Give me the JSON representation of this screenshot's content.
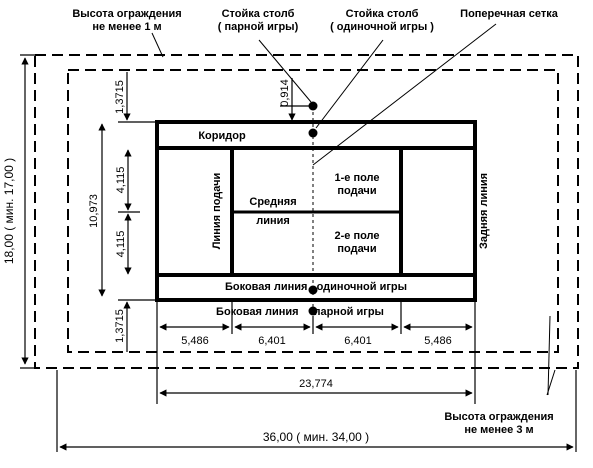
{
  "labels": {
    "fence_top_line1": "Высота ограждения",
    "fence_top_line2": "не менее 1 м",
    "post_doubles_line1": "Стойка столб",
    "post_doubles_line2": "( парной игры)",
    "post_singles_line1": "Стойка столб",
    "post_singles_line2": "( одиночной игры )",
    "net": "Поперечная сетка",
    "corridor": "Коридор",
    "service_line": "Линия подачи",
    "center_line_1": "Средняя",
    "center_line_2": "линия",
    "service_box_1_line1": "1-е поле",
    "service_box_1_line2": "подачи",
    "service_box_2_line1": "2-е поле",
    "service_box_2_line2": "подачи",
    "baseline": "Задняя линия",
    "singles_sideline": "Боковая линия   одиночной игры",
    "doubles_sideline": "Боковая линия     парной игры",
    "fence_bottom_line1": "Высота ограждения",
    "fence_bottom_line2": "не менее 3 м"
  },
  "dimensions": {
    "alley_top": "1,3715",
    "post_offset": "0,914",
    "service_half_top": "4,115",
    "service_half_bottom": "4,115",
    "singles_width": "10,973",
    "alley_bottom": "1,3715",
    "total_width": "18,00 ( мин. 17,00 )",
    "seg1": "5,486",
    "seg2": "6,401",
    "seg3": "6,401",
    "seg4": "5,486",
    "court_length": "23,774",
    "total_length": "36,00 ( мин. 34,00 )"
  }
}
